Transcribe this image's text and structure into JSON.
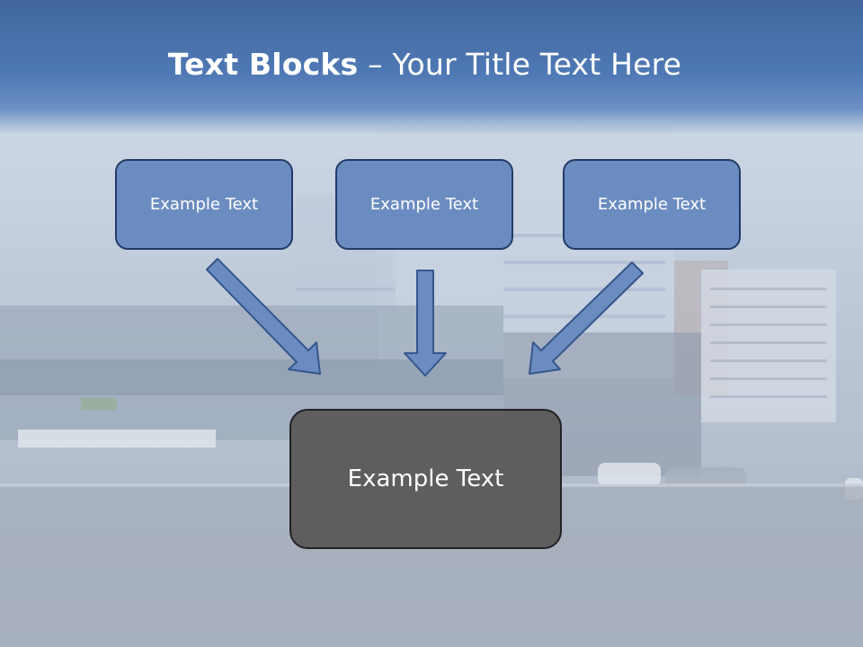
{
  "title": {
    "bold": "Text Blocks",
    "separator": " – ",
    "rest": "Your Title Text Here"
  },
  "diagram": {
    "inputs": [
      {
        "label": "Example Text"
      },
      {
        "label": "Example Text"
      },
      {
        "label": "Example Text"
      }
    ],
    "output": {
      "label": "Example Text"
    }
  },
  "colors": {
    "header": "#4f79b5",
    "input_box_fill": "#6b8cc0",
    "input_box_border": "#223a66",
    "arrow_fill": "#6b8cc0",
    "output_box_fill": "#5e5e5e"
  }
}
